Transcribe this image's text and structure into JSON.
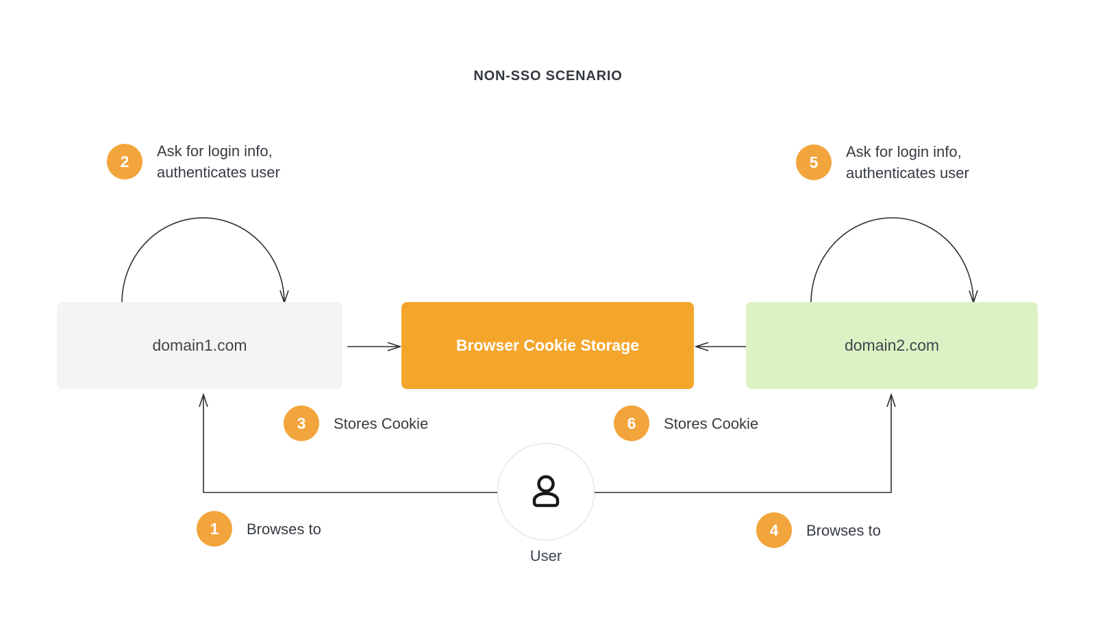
{
  "title": "NON-SSO SCENARIO",
  "nodes": {
    "domain1": {
      "label": "domain1.com"
    },
    "cookie_storage": {
      "label": "Browser Cookie Storage"
    },
    "domain2": {
      "label": "domain2.com"
    },
    "user": {
      "label": "User"
    }
  },
  "steps": [
    {
      "num": "1",
      "label": "Browses to"
    },
    {
      "num": "2",
      "label": "Ask for login info,\nauthenticates user"
    },
    {
      "num": "3",
      "label": "Stores Cookie"
    },
    {
      "num": "4",
      "label": "Browses to"
    },
    {
      "num": "5",
      "label": "Ask for login info,\nauthenticates user"
    },
    {
      "num": "6",
      "label": "Stores Cookie"
    }
  ],
  "icons": {
    "user": "person-icon"
  },
  "colors": {
    "accent_orange": "#F4A62C",
    "badge_orange": "#F2A53C",
    "node_gray": "#F5F4F3",
    "node_green": "#DBF2C4",
    "line": "#2E2E2E",
    "text_dark": "#363B42"
  }
}
